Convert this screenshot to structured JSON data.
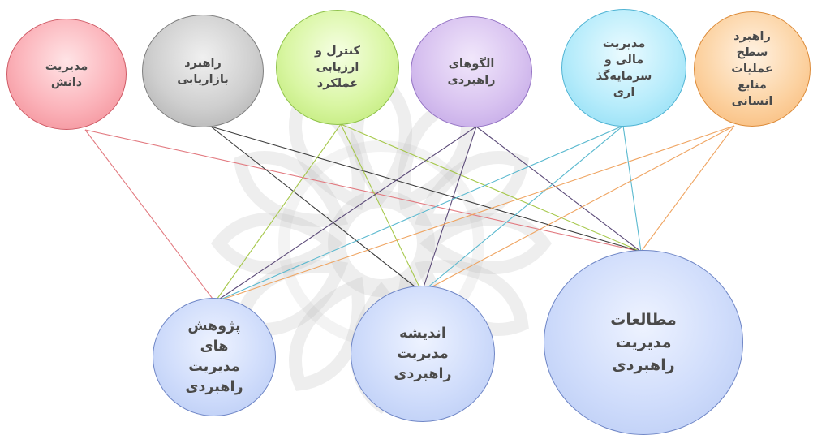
{
  "diagram": {
    "top_nodes": [
      {
        "id": "knowledge",
        "label": "مدیریت\nدانش",
        "color": "#f48e98"
      },
      {
        "id": "marketing",
        "label": "راهبرد\nبازاریابی",
        "color": "#b8b8b8"
      },
      {
        "id": "control",
        "label": "کنترل و\nارزیابی\nعملکرد",
        "color": "#c8ee87"
      },
      {
        "id": "patterns",
        "label": "الگوهای\nراهبردی",
        "color": "#cdb2ea"
      },
      {
        "id": "finance",
        "label": "مدیریت\nمالی و\nسرمایه‌گذ\nاری",
        "color": "#9fe3f7"
      },
      {
        "id": "hr",
        "label": "راهبرد\nسطح\nعملیات\nمنابع\nانسانی",
        "color": "#fac08a"
      }
    ],
    "bottom_nodes": [
      {
        "id": "research",
        "label": "پژوهش\nهای\nمدیریت\nراهبردی",
        "color": "#c5d4f8"
      },
      {
        "id": "thinking",
        "label": "اندیشه\nمدیریت\nراهبردی",
        "color": "#c5d4f8"
      },
      {
        "id": "studies",
        "label": "مطالعات\nمدیریت\nراهبردی",
        "color": "#c5d4f8"
      }
    ],
    "links": [
      {
        "from": "knowledge",
        "to": "research",
        "color": "#e27a80"
      },
      {
        "from": "knowledge",
        "to": "studies",
        "color": "#e27a80"
      },
      {
        "from": "marketing",
        "to": "thinking",
        "color": "#3d3d3d"
      },
      {
        "from": "marketing",
        "to": "studies",
        "color": "#3d3d3d"
      },
      {
        "from": "control",
        "to": "research",
        "color": "#a6c84b"
      },
      {
        "from": "control",
        "to": "thinking",
        "color": "#a6c84b"
      },
      {
        "from": "control",
        "to": "studies",
        "color": "#a6c84b"
      },
      {
        "from": "patterns",
        "to": "research",
        "color": "#5b4a78"
      },
      {
        "from": "patterns",
        "to": "thinking",
        "color": "#5b4a78"
      },
      {
        "from": "patterns",
        "to": "studies",
        "color": "#5b4a78"
      },
      {
        "from": "finance",
        "to": "research",
        "color": "#5ab9cf"
      },
      {
        "from": "finance",
        "to": "thinking",
        "color": "#5ab9cf"
      },
      {
        "from": "finance",
        "to": "studies",
        "color": "#5ab9cf"
      },
      {
        "from": "hr",
        "to": "research",
        "color": "#efa461"
      },
      {
        "from": "hr",
        "to": "thinking",
        "color": "#efa461"
      },
      {
        "from": "hr",
        "to": "studies",
        "color": "#efa461"
      }
    ]
  }
}
